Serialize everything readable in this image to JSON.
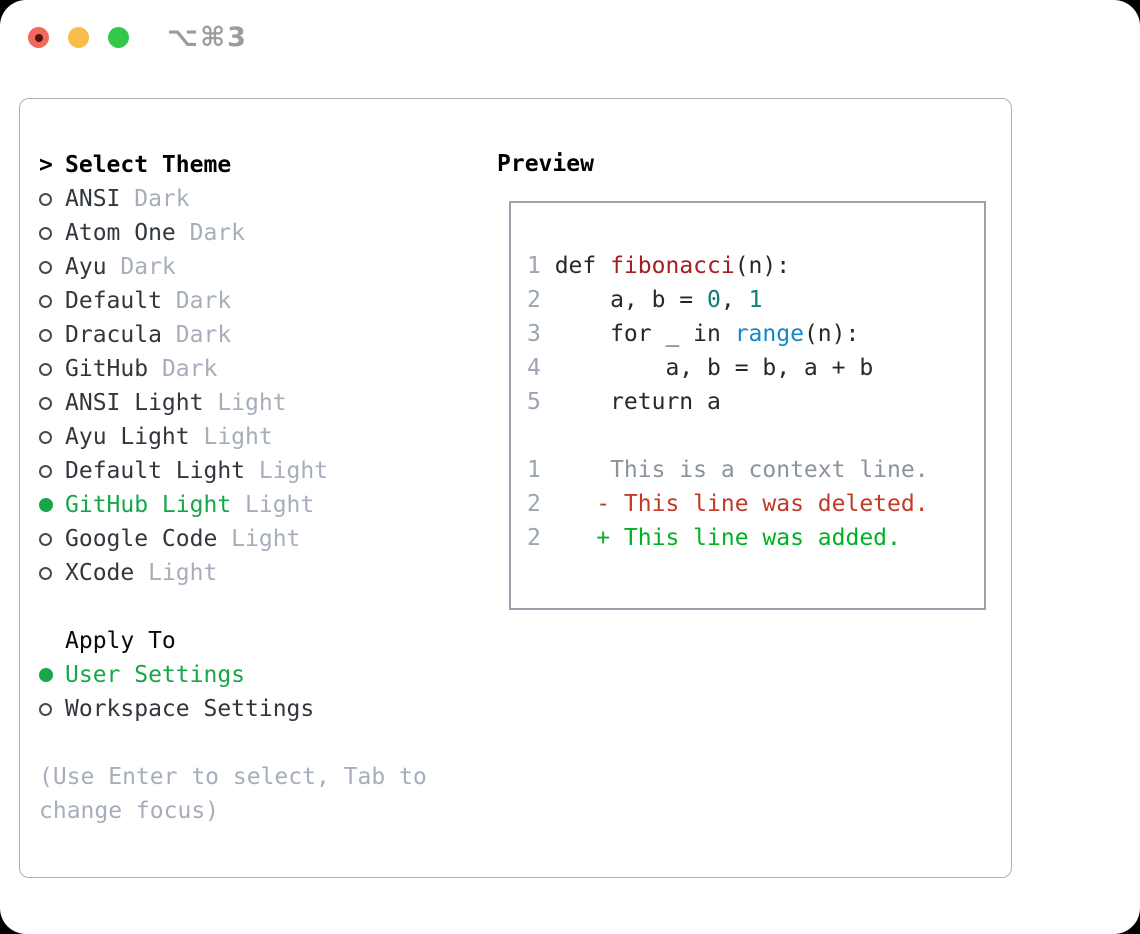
{
  "window": {
    "title": "⌥⌘3",
    "traffic_lights": [
      "close",
      "minimize",
      "zoom"
    ]
  },
  "palette": {
    "tl-red": "#f2685c",
    "tl-red-dot": "#4e140d",
    "tl-yellow": "#f7bd49",
    "tl-green": "#34c748",
    "title-gray": "#9b9ba0",
    "border-panel": "#a9b1bc",
    "border-preview": "#99a3ae",
    "item-text": "#32373d",
    "muted": "#a6aebb",
    "accent-green": "#17a74a",
    "code-default": "#24292e",
    "lineno": "#9aa5b3",
    "code-function": "#a41e22",
    "code-number": "#0e7d76",
    "code-builtin": "#1587c9",
    "diff-context": "#8b939c",
    "diff-deleted": "#c23a28",
    "diff-added": "#00b126"
  },
  "theme_picker": {
    "header_prefix": ">",
    "header": "Select Theme",
    "items": [
      {
        "name": "ANSI",
        "tag": "Dark",
        "selected": false
      },
      {
        "name": "Atom One",
        "tag": "Dark",
        "selected": false
      },
      {
        "name": "Ayu",
        "tag": "Dark",
        "selected": false
      },
      {
        "name": "Default",
        "tag": "Dark",
        "selected": false
      },
      {
        "name": "Dracula",
        "tag": "Dark",
        "selected": false
      },
      {
        "name": "GitHub",
        "tag": "Dark",
        "selected": false
      },
      {
        "name": "ANSI Light",
        "tag": "Light",
        "selected": false
      },
      {
        "name": "Ayu Light",
        "tag": "Light",
        "selected": false
      },
      {
        "name": "Default Light",
        "tag": "Light",
        "selected": false
      },
      {
        "name": "GitHub Light",
        "tag": "Light",
        "selected": true
      },
      {
        "name": "Google Code",
        "tag": "Light",
        "selected": false
      },
      {
        "name": "XCode",
        "tag": "Light",
        "selected": false
      }
    ]
  },
  "apply_to": {
    "header": "Apply To",
    "items": [
      {
        "name": "User Settings",
        "selected": true
      },
      {
        "name": "Workspace Settings",
        "selected": false
      }
    ]
  },
  "hint": "(Use Enter to select, Tab to change focus)",
  "preview": {
    "header": "Preview",
    "code_lines": [
      {
        "num": "1",
        "tokens": [
          {
            "t": "def ",
            "c": "default"
          },
          {
            "t": "fibonacci",
            "c": "function"
          },
          {
            "t": "(n):",
            "c": "default"
          }
        ]
      },
      {
        "num": "2",
        "tokens": [
          {
            "t": "    a, b = ",
            "c": "default"
          },
          {
            "t": "0",
            "c": "number"
          },
          {
            "t": ", ",
            "c": "default"
          },
          {
            "t": "1",
            "c": "number"
          }
        ]
      },
      {
        "num": "3",
        "tokens": [
          {
            "t": "    for _ in ",
            "c": "default"
          },
          {
            "t": "range",
            "c": "builtin"
          },
          {
            "t": "(n):",
            "c": "default"
          }
        ]
      },
      {
        "num": "4",
        "tokens": [
          {
            "t": "        a, b = b, a + b",
            "c": "default"
          }
        ]
      },
      {
        "num": "5",
        "tokens": [
          {
            "t": "    return a",
            "c": "default"
          }
        ]
      },
      {
        "num": "",
        "tokens": []
      },
      {
        "num": "1",
        "tokens": [
          {
            "t": "    This is a context line.",
            "c": "context"
          }
        ]
      },
      {
        "num": "2",
        "tokens": [
          {
            "t": "   - This line was deleted.",
            "c": "deleted"
          }
        ]
      },
      {
        "num": "2",
        "tokens": [
          {
            "t": "   + This line was added.",
            "c": "added"
          }
        ]
      }
    ]
  }
}
